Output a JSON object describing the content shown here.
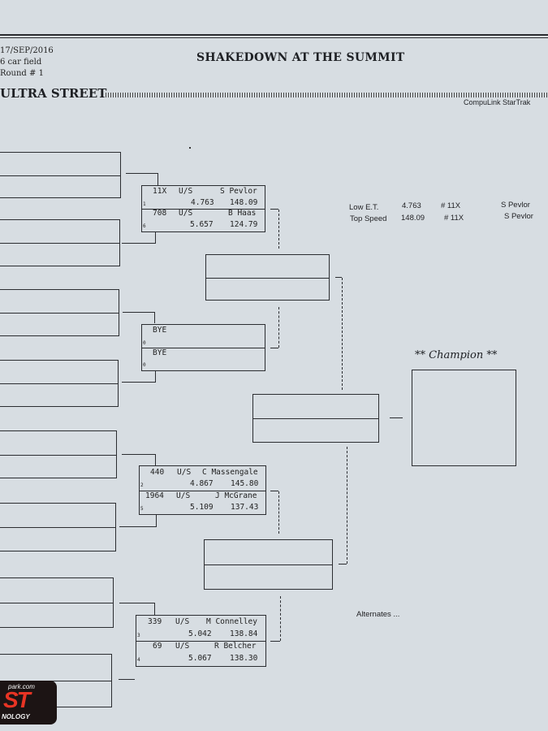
{
  "header": {
    "date": "17/SEP/2016",
    "field": "6 car field",
    "round": "Round # 1",
    "title": "SHAKEDOWN AT THE SUMMIT",
    "class_name": "ULTRA STREET",
    "software": "CompuLink StarTrak"
  },
  "round1": [
    {
      "lane": "1",
      "car": "11X",
      "cls": "U/S",
      "name": "S Pevlor",
      "et": "4.763",
      "mph": "148.09"
    },
    {
      "lane": "6",
      "car": "708",
      "cls": "U/S",
      "name": "B Haas",
      "et": "5.657",
      "mph": "124.79"
    },
    {
      "lane": "0",
      "car": "BYE",
      "cls": "",
      "name": "",
      "et": "",
      "mph": ""
    },
    {
      "lane": "0",
      "car": "BYE",
      "cls": "",
      "name": "",
      "et": "",
      "mph": ""
    },
    {
      "lane": "2",
      "car": "440",
      "cls": "U/S",
      "name": "C Massengale",
      "et": "4.867",
      "mph": "145.80"
    },
    {
      "lane": "5",
      "car": "1964",
      "cls": "U/S",
      "name": "J McGrane",
      "et": "5.109",
      "mph": "137.43"
    },
    {
      "lane": "3",
      "car": "339",
      "cls": "U/S",
      "name": "M Connelley",
      "et": "5.042",
      "mph": "138.84"
    },
    {
      "lane": "4",
      "car": "69",
      "cls": "U/S",
      "name": "R Belcher",
      "et": "5.067",
      "mph": "138.30"
    }
  ],
  "stats": {
    "low_et_label": "Low  E.T.",
    "low_et_value": "4.763",
    "low_et_car": "# 11X",
    "low_et_driver": "S Pevlor",
    "top_speed_label": "Top Speed",
    "top_speed_value": "148.09",
    "top_speed_car": "# 11X",
    "top_speed_driver": "S Pevlor"
  },
  "champion_label": "** Champion **",
  "alternates_label": "Alternates ...",
  "logo": {
    "url_text": "park.com",
    "letters": "ST",
    "sub": "NOLOGY"
  }
}
